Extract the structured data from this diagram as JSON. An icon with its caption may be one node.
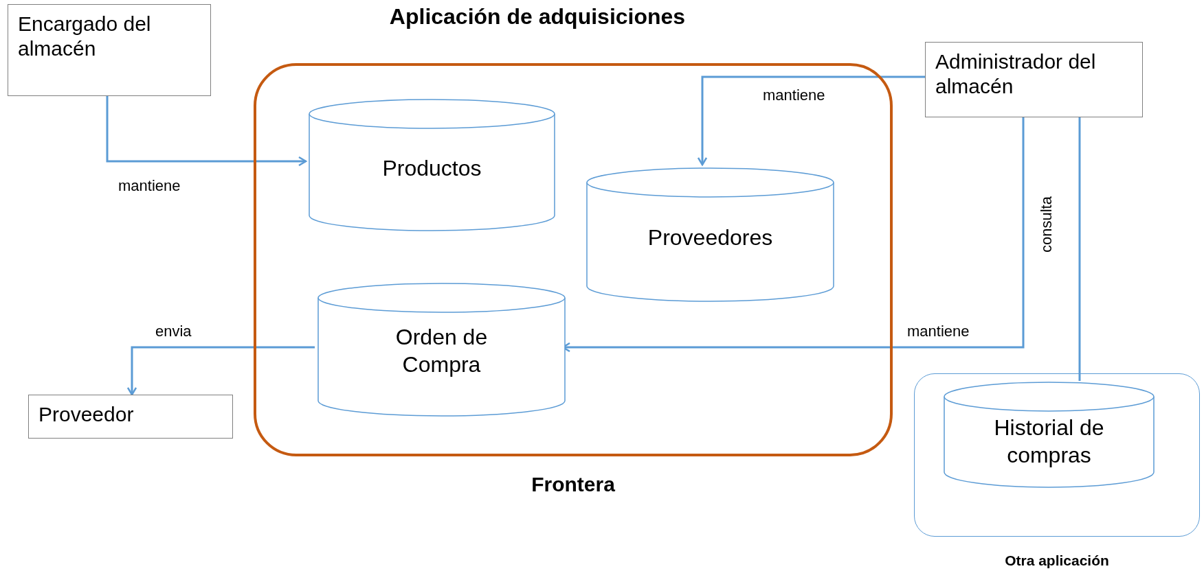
{
  "diagram": {
    "title": "Aplicación de adquisiciones",
    "nodes": [
      {
        "text": [
          "Encargado del almacén"
        ]
      },
      {
        "text": [
          "Frontera"
        ]
      },
      {
        "text": [
          "Productos"
        ],
        "in": 1
      },
      {
        "text": [
          "Proveedores"
        ],
        "in": 1
      },
      {
        "text": [
          "Administrador del almacén"
        ]
      },
      {
        "text": [
          "Orden de Compra"
        ],
        "in": 1
      },
      {
        "text": [
          "Proveedor"
        ]
      },
      {
        "text": [
          "Otra aplicación"
        ]
      },
      {
        "text": [
          "Historial de compras"
        ],
        "in": 7
      }
    ],
    "edges": [
      {
        "from": 0,
        "to": 2,
        "arrow": "to",
        "label": "mantiene"
      },
      {
        "from": 4,
        "to": 3,
        "arrow": "to",
        "label": "mantiene"
      },
      {
        "from": 4,
        "to": 5,
        "arrow": "to",
        "label": "mantiene"
      },
      {
        "from": 4,
        "to": 8,
        "arrow": "none",
        "label": "consulta"
      },
      {
        "from": 5,
        "to": 6,
        "arrow": "to",
        "label": "envia"
      }
    ]
  }
}
